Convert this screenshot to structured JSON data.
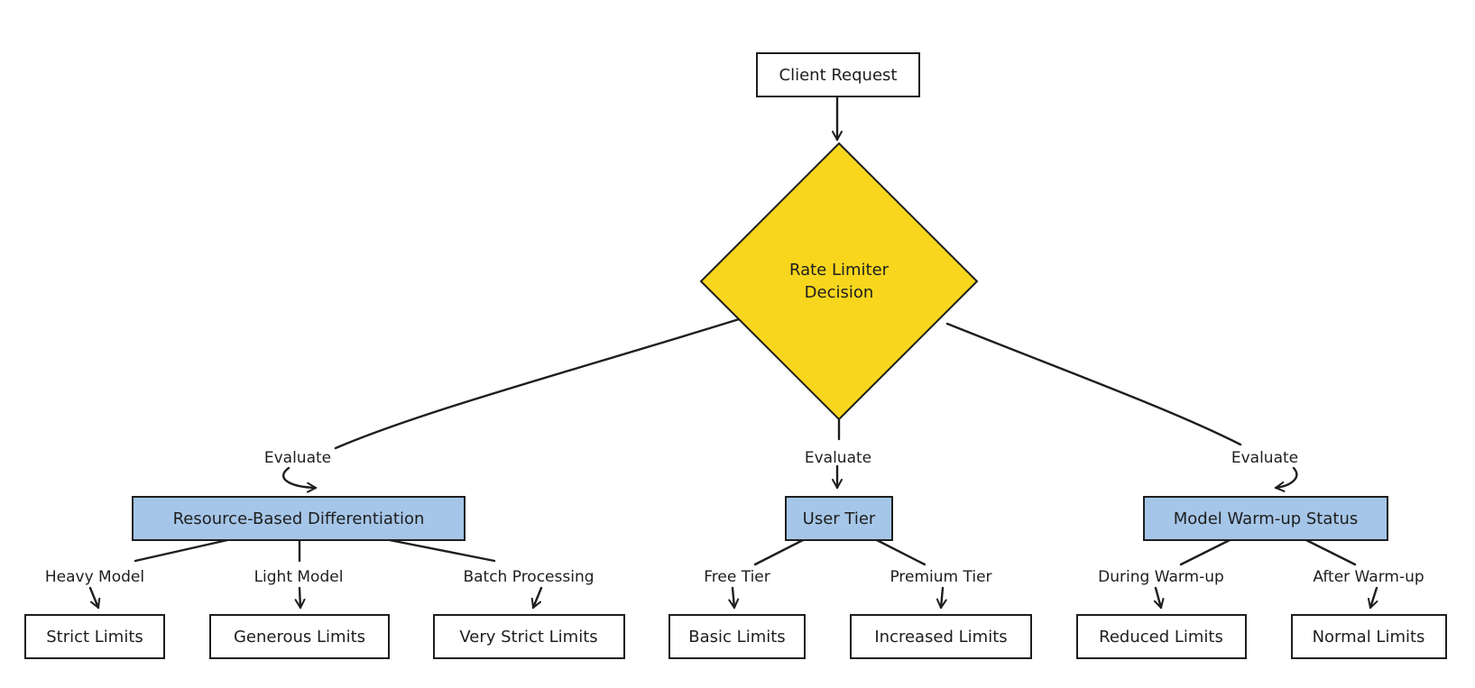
{
  "nodes": {
    "client_request": "Client Request",
    "decision_line1": "Rate Limiter",
    "decision_line2": "Decision",
    "resource_based": "Resource-Based Differentiation",
    "user_tier": "User Tier",
    "model_warmup": "Model Warm-up Status",
    "strict_limits": "Strict Limits",
    "generous_limits": "Generous Limits",
    "very_strict_limits": "Very Strict Limits",
    "basic_limits": "Basic Limits",
    "increased_limits": "Increased Limits",
    "reduced_limits": "Reduced Limits",
    "normal_limits": "Normal Limits"
  },
  "edge_labels": {
    "evaluate_resource": "Evaluate",
    "evaluate_tier": "Evaluate",
    "evaluate_warmup": "Evaluate",
    "heavy_model": "Heavy Model",
    "light_model": "Light Model",
    "batch_processing": "Batch Processing",
    "free_tier": "Free Tier",
    "premium_tier": "Premium Tier",
    "during_warmup": "During Warm-up",
    "after_warmup": "After Warm-up"
  },
  "colors": {
    "decision_fill": "#f7d61d",
    "category_fill": "#a5c6e8",
    "leaf_fill": "#ffffff",
    "stroke": "#1e1e1e"
  }
}
